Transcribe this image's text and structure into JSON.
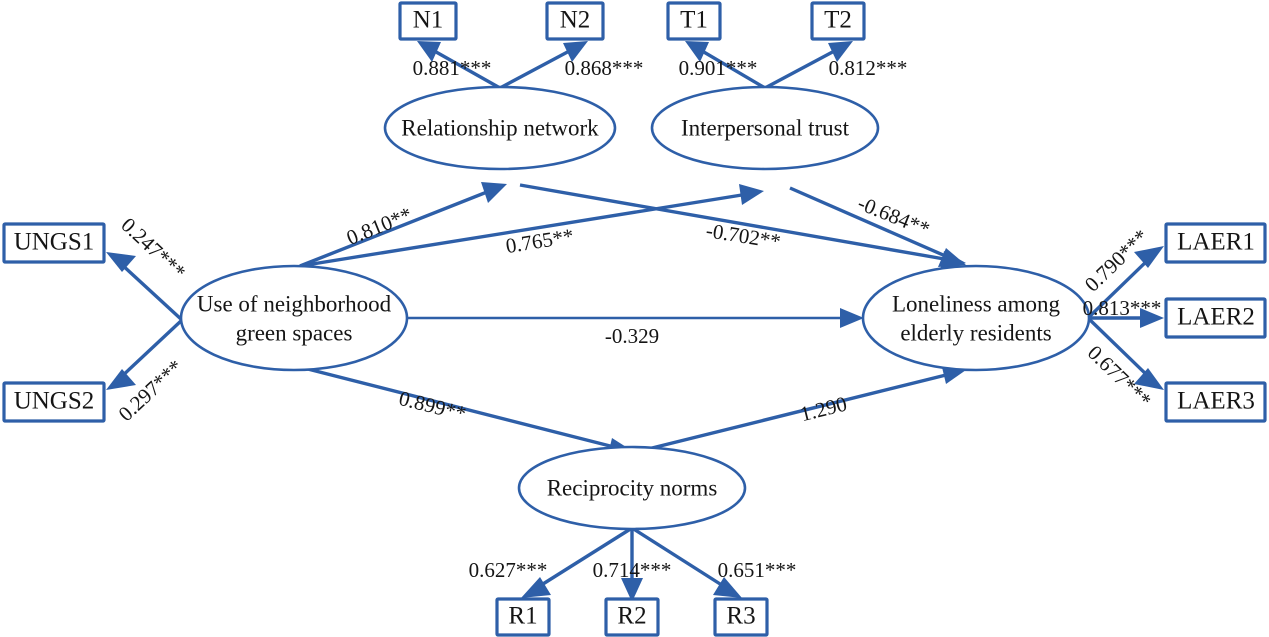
{
  "diagram": {
    "title": "Structural equation model of neighborhood green space use and loneliness",
    "type": "path-diagram",
    "accent_color": "#2E5FA8",
    "background_color": "#FFFFFF",
    "text_color": "#151515"
  },
  "latent_variables": [
    {
      "id": "rn",
      "label": "Relationship network"
    },
    {
      "id": "it",
      "label": "Interpersonal trust"
    },
    {
      "id": "ungs",
      "label_line1": "Use of neighborhood",
      "label_line2": "green spaces"
    },
    {
      "id": "laer",
      "label_line1": "Loneliness among",
      "label_line2": "elderly residents"
    },
    {
      "id": "rec",
      "label": "Reciprocity norms"
    }
  ],
  "observed_variables": [
    {
      "id": "n1",
      "label": "N1"
    },
    {
      "id": "n2",
      "label": "N2"
    },
    {
      "id": "t1",
      "label": "T1"
    },
    {
      "id": "t2",
      "label": "T2"
    },
    {
      "id": "ungs1",
      "label": "UNGS1"
    },
    {
      "id": "ungs2",
      "label": "UNGS2"
    },
    {
      "id": "laer1",
      "label": "LAER1"
    },
    {
      "id": "laer2",
      "label": "LAER2"
    },
    {
      "id": "laer3",
      "label": "LAER3"
    },
    {
      "id": "r1",
      "label": "R1"
    },
    {
      "id": "r2",
      "label": "R2"
    },
    {
      "id": "r3",
      "label": "R3"
    }
  ],
  "measurement_paths": [
    {
      "from": "rn",
      "to": "n1",
      "coefficient": "0.881***"
    },
    {
      "from": "rn",
      "to": "n2",
      "coefficient": "0.868***"
    },
    {
      "from": "it",
      "to": "t1",
      "coefficient": "0.901***"
    },
    {
      "from": "it",
      "to": "t2",
      "coefficient": "0.812***"
    },
    {
      "from": "ungs",
      "to": "ungs1",
      "coefficient": "0.247***"
    },
    {
      "from": "ungs",
      "to": "ungs2",
      "coefficient": "0.297***"
    },
    {
      "from": "laer",
      "to": "laer1",
      "coefficient": "0.790***"
    },
    {
      "from": "laer",
      "to": "laer2",
      "coefficient": "0.813***"
    },
    {
      "from": "laer",
      "to": "laer3",
      "coefficient": "0.677***"
    },
    {
      "from": "rec",
      "to": "r1",
      "coefficient": "0.627***"
    },
    {
      "from": "rec",
      "to": "r2",
      "coefficient": "0.714***"
    },
    {
      "from": "rec",
      "to": "r3",
      "coefficient": "0.651***"
    }
  ],
  "structural_paths": [
    {
      "from": "ungs",
      "to": "rn",
      "coefficient": "0.810**"
    },
    {
      "from": "ungs",
      "to": "it",
      "coefficient": "0.765**"
    },
    {
      "from": "rn",
      "to": "laer",
      "coefficient": "-0.702**"
    },
    {
      "from": "it",
      "to": "laer",
      "coefficient": "-0.684**"
    },
    {
      "from": "ungs",
      "to": "laer",
      "coefficient": "-0.329"
    },
    {
      "from": "ungs",
      "to": "rec",
      "coefficient": "0.899**"
    },
    {
      "from": "rec",
      "to": "laer",
      "coefficient": "1.290"
    }
  ],
  "coefficient_labels": {
    "n1": "0.881***",
    "n2": "0.868***",
    "t1": "0.901***",
    "t2": "0.812***",
    "ungs1": "0.247***",
    "ungs2": "0.297***",
    "laer1": "0.790***",
    "laer2": "0.813***",
    "laer3": "0.677***",
    "r1": "0.627***",
    "r2": "0.714***",
    "r3": "0.651***",
    "ungs_to_rn": "0.810**",
    "ungs_to_it": "0.765**",
    "rn_to_laer": "-0.702**",
    "it_to_laer": "-0.684**",
    "ungs_to_laer": "-0.329",
    "ungs_to_rec": "0.899**",
    "rec_to_laer": "1.290"
  }
}
